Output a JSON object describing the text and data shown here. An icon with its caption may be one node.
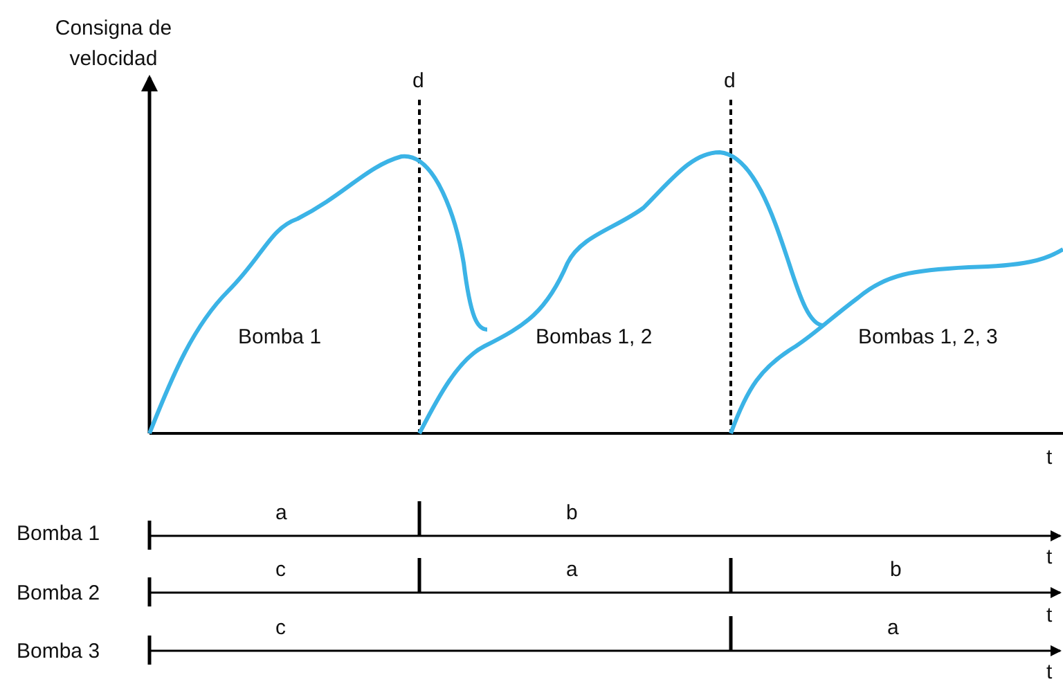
{
  "diagram": {
    "labels": [
      "Consigna de velocidad",
      "d",
      "d",
      "Bomba 1",
      "Bombas 1, 2",
      "Bombas 1, 2, 3",
      "t",
      "Bomba 1",
      "a",
      "b",
      "t",
      "Bomba 2",
      "c",
      "a",
      "b",
      "t",
      "Bomba 3",
      "c",
      "a",
      "t"
    ]
  }
}
